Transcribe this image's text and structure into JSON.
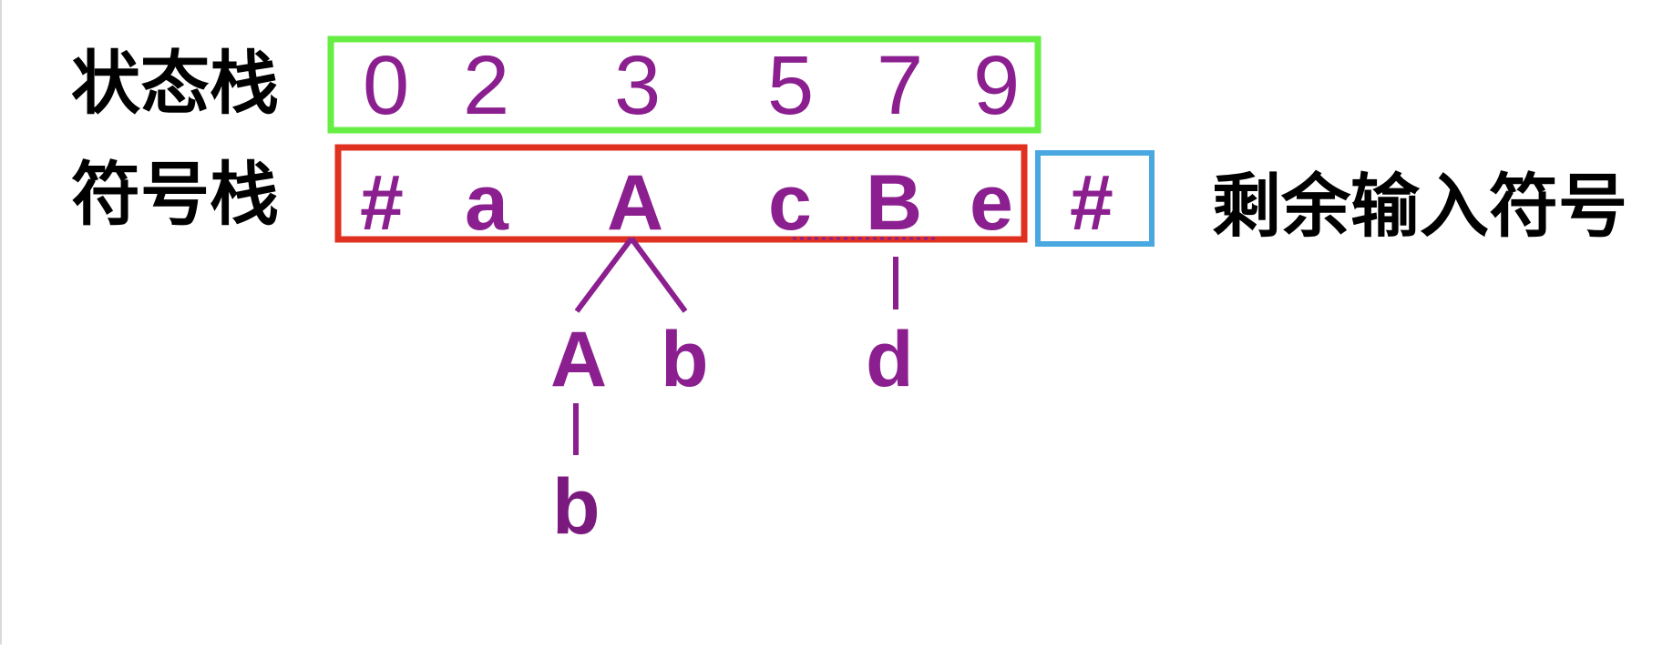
{
  "labels": {
    "state_stack": "状态栈",
    "symbol_stack": "符号栈",
    "remaining_input": "剩余输入符号"
  },
  "state_stack": [
    "0",
    "2",
    "3",
    "5",
    "7",
    "9"
  ],
  "symbol_stack": [
    "#",
    "a",
    "A",
    "c",
    "B",
    "e"
  ],
  "remaining_input": [
    "#"
  ],
  "tree": {
    "A_children": [
      "A",
      "b"
    ],
    "A_child_child": "b",
    "B_child": "d"
  },
  "colors": {
    "state_box": "#66ee44",
    "symbol_box": "#e03020",
    "input_box": "#4aa8e0",
    "symbol_text": "#8b1f8f",
    "label_text": "#000000"
  }
}
